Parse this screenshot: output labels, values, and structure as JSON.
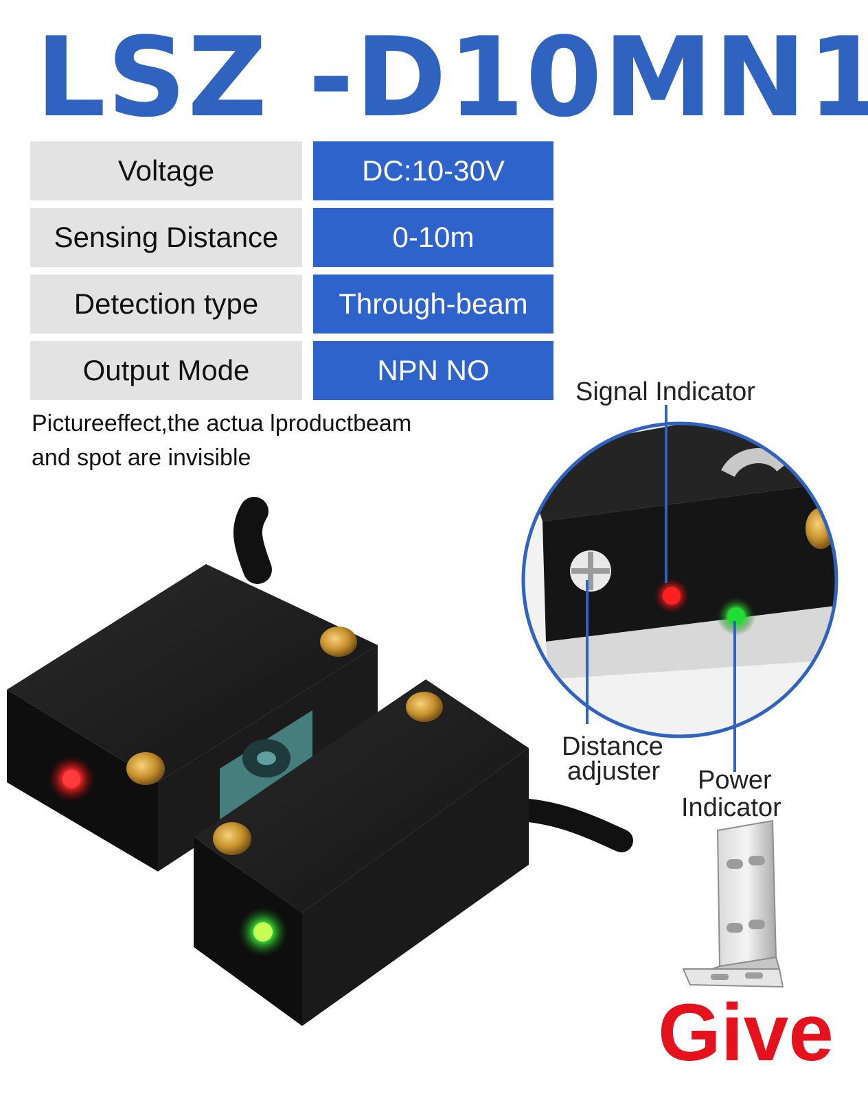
{
  "title": "LSZ -D10MN1",
  "specs": [
    {
      "label": "Voltage",
      "value": "DC:10-30V"
    },
    {
      "label": "Sensing Distance",
      "value": "0-10m"
    },
    {
      "label": "Detection type",
      "value": "Through-beam"
    },
    {
      "label": "Output Mode",
      "value": "NPN NO"
    }
  ],
  "note": {
    "line1": "Pictureeffect,the actua lproductbeam",
    "line2": "and spot are invisible"
  },
  "callouts": {
    "signal": "Signal Indicator",
    "distance_line1": "Distance",
    "distance_line2": "adjuster",
    "power_line1": "Power",
    "power_line2": "Indicator"
  },
  "give": "Give",
  "colors": {
    "title_blue": "#2f63bf",
    "spec_value_bg": "#2f63cc",
    "spec_label_bg": "#e3e3e3",
    "give_red": "#e5111c",
    "signal_led": "#ff2020",
    "power_led": "#22dd33"
  }
}
